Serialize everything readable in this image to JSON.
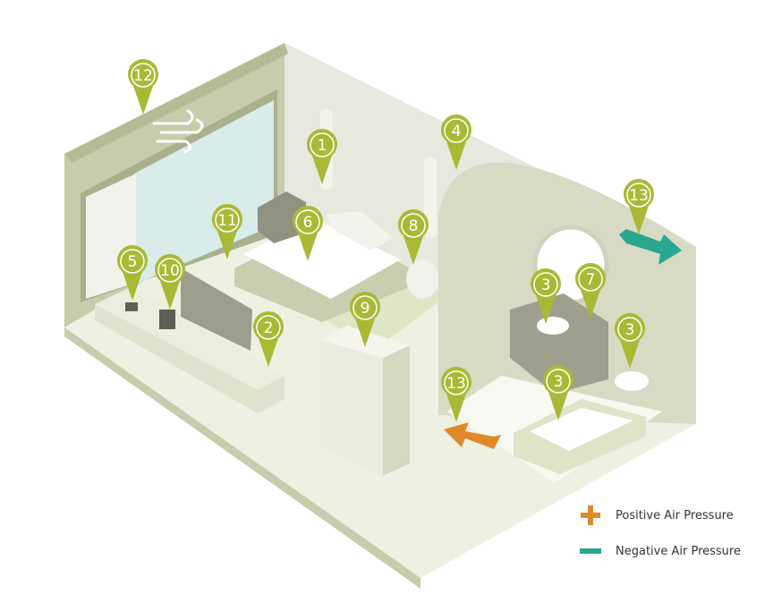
{
  "markers": [
    "1",
    "2",
    "3",
    "3",
    "3",
    "4",
    "5",
    "6",
    "7",
    "8",
    "9",
    "10",
    "11",
    "12",
    "13",
    "13"
  ],
  "legend": {
    "positive": "Positive Air Pressure",
    "negative": "Negative Air Pressure"
  },
  "colors": {
    "pin": "#a9b935",
    "positive": "#e0892b",
    "negative": "#2aa78f",
    "wall": "#c4c9a9",
    "floor": "#eef0e2"
  },
  "icons": [
    "wind-icon",
    "plus-icon",
    "minus-icon"
  ]
}
